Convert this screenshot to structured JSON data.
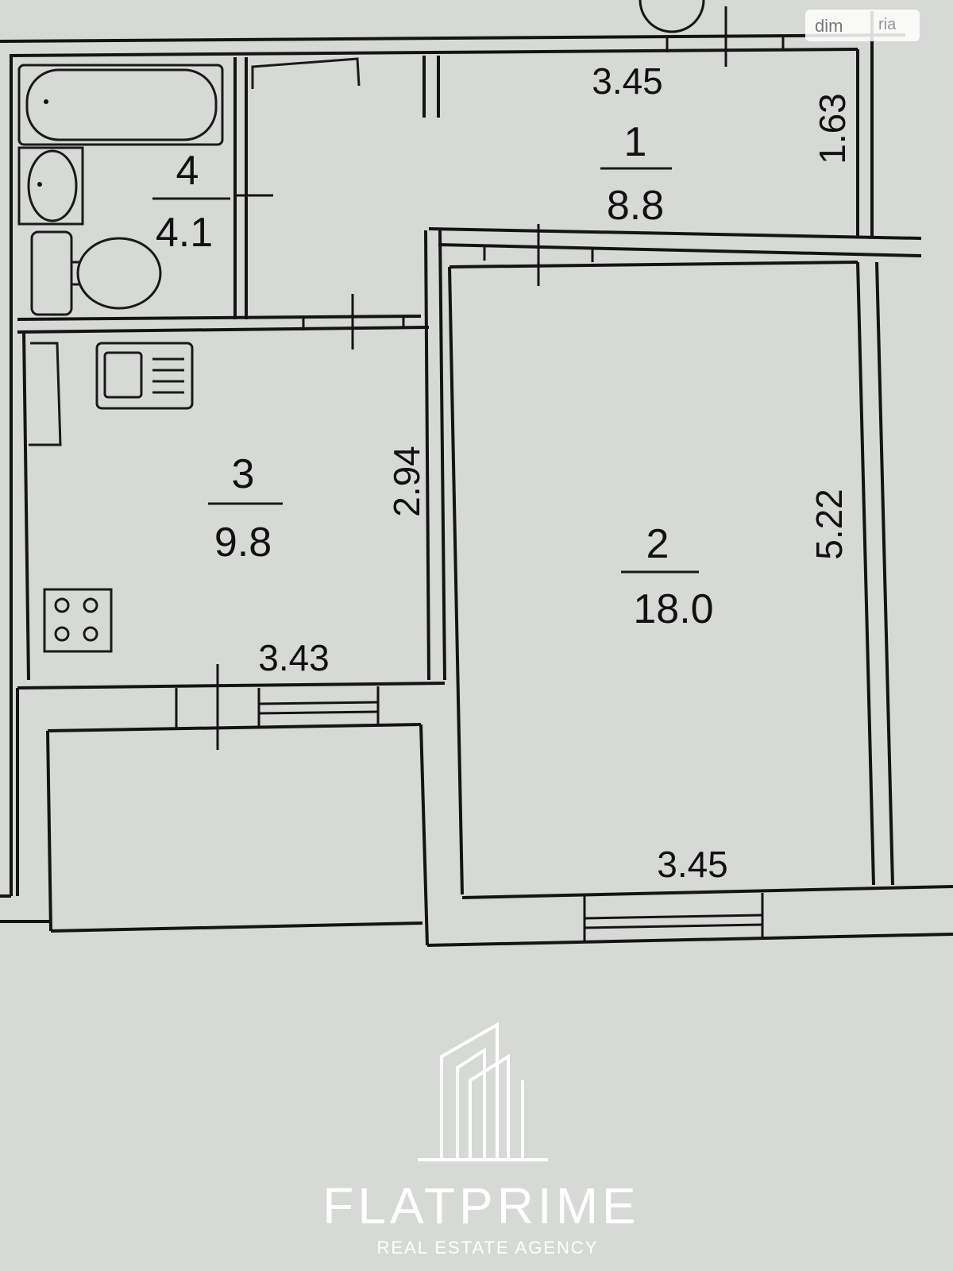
{
  "rooms": [
    {
      "number": "1",
      "area": "8.8"
    },
    {
      "number": "2",
      "area": "18.0"
    },
    {
      "number": "3",
      "area": "9.8"
    },
    {
      "number": "4",
      "area": "4.1"
    }
  ],
  "dimensions": {
    "room1_width": "3.45",
    "room1_depth": "1.63",
    "room2_depth": "5.22",
    "room2_width": "3.45",
    "room3_depth": "2.94",
    "room3_width": "3.43"
  },
  "branding": {
    "name": "FLATPRIME",
    "tagline": "REAL ESTATE AGENCY"
  },
  "watermark": {
    "part1": "dim",
    "part2": "ria"
  },
  "colors": {
    "paper": "#d7d9d6",
    "walls": "#141414",
    "logo": "#ffffff"
  }
}
